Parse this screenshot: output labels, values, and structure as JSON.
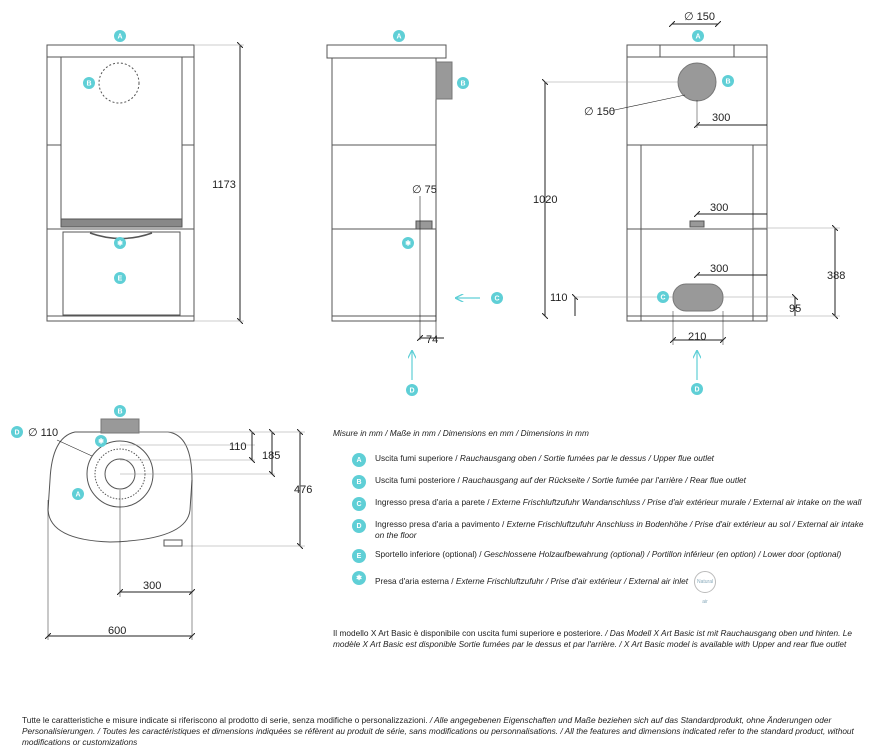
{
  "colors": {
    "line": "#555555",
    "badge": "#5fcfd6",
    "dim": "#222222"
  },
  "badges": {
    "a": "A",
    "b": "B",
    "c": "C",
    "d": "D",
    "e": "E",
    "star": "✱"
  },
  "dimensions": {
    "height_total": "1173",
    "dia75": "∅ 75",
    "d74": "74",
    "dia150_top": "∅ 150",
    "dia150_side": "∅ 150",
    "d300_b": "300",
    "d1020": "1020",
    "d300_star": "300",
    "d300_c": "300",
    "d388": "388",
    "d110_c": "110",
    "d95": "95",
    "d210": "210",
    "dia110": "∅ 110",
    "d110_top": "110",
    "d185": "185",
    "d476": "476",
    "d300_plan": "300",
    "d600": "600"
  },
  "legend": {
    "units": "Misure in mm / Maße in mm / Dimensions en mm / Dimensions in mm",
    "items": [
      {
        "key": "A",
        "text_it": "Uscita fumi superiore /",
        "text_rest": " Rauchausgang oben / Sortie fumées par le dessus / Upper flue outlet"
      },
      {
        "key": "B",
        "text_it": "Uscita fumi posteriore /",
        "text_rest": " Rauchausgang auf der Rückseite / Sortie fumée par l'arrière / Rear flue outlet"
      },
      {
        "key": "C",
        "text_it": "Ingresso presa d'aria a parete /",
        "text_rest": " Externe Frischluftzufuhr Wandanschluss / Prise d'air extérieur murale / External air intake on the wall"
      },
      {
        "key": "D",
        "text_it": "Ingresso presa d'aria a pavimento /",
        "text_rest": " Externe Frischluftzufuhr Anschluss in Bodenhöhe / Prise d'air extérieur au sol / External air intake on the floor"
      },
      {
        "key": "E",
        "text_it": "Sportello inferiore (optional) /",
        "text_rest": " Geschlossene Holzaufbewahrung (optional) / Portillon inférieur (en option) / Lower door (optional)"
      },
      {
        "key": "✱",
        "text_it": "Presa d'aria esterna /",
        "text_rest": " Externe Frischluftzufuhr / Prise d'air extérieur / External air inlet"
      }
    ],
    "logo_text": "Natural air"
  },
  "note_it": "Il modello X Art Basic è disponibile con uscita fumi superiore e posteriore.",
  "note_rest": " / Das Modell X Art Basic ist mit Rauchausgang oben und hinten. Le modèle X Art Basic est disponible Sortie fumées par le dessus et par l'arrière. / X Art Basic model is available with Upper and rear flue outlet",
  "footer_it": "Tutte le caratteristiche e misure indicate si riferiscono al prodotto di serie, senza modifiche o personalizzazioni.",
  "footer_rest": " / Alle angegebenen Eigenschaften und Maße beziehen sich auf das Standardprodukt, ohne Änderungen oder Personalisierungen. / Toutes les caractéristiques et dimensions indiquées se réfèrent au produit de série, sans modifications ou personnalisations. / All the features and dimensions indicated refer to the standard product, without modifications or customizations"
}
